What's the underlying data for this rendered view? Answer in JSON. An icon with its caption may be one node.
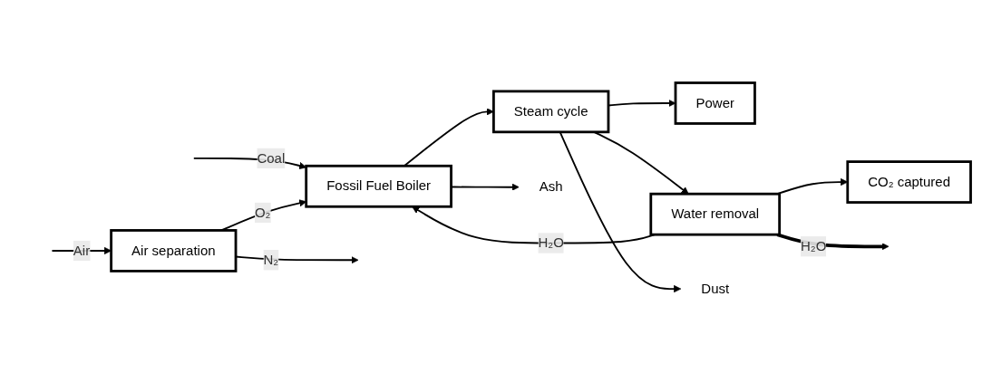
{
  "diagram": {
    "nodes": [
      {
        "text": [
          "Power"
        ]
      },
      {
        "text": [
          "Fossil Fuel Boiler"
        ]
      },
      {
        "text": [
          "Steam cycle"
        ]
      },
      {
        "text": [
          "Water removal"
        ]
      },
      {
        "text": [
          "CO₂ captured"
        ]
      },
      {
        "text": [
          "Air separation"
        ]
      },
      {
        "text": [
          "Ash"
        ]
      },
      {
        "text": [
          "Dust"
        ]
      }
    ],
    "edges": [
      {
        "from": null,
        "to": 1,
        "arrow": "to",
        "label": "Coal"
      },
      {
        "from": 1,
        "to": 2,
        "arrow": "to"
      },
      {
        "from": 2,
        "to": 0,
        "arrow": "to"
      },
      {
        "from": 2,
        "to": 3,
        "arrow": "to"
      },
      {
        "from": 3,
        "to": 4,
        "arrow": "to"
      },
      {
        "from": 1,
        "to": 6,
        "arrow": "to"
      },
      {
        "from": 2,
        "to": 7,
        "arrow": "to"
      },
      {
        "from": 3,
        "to": 1,
        "arrow": "to",
        "label": "H₂O"
      },
      {
        "from": 3,
        "to": null,
        "arrow": "to",
        "label": "H₂O",
        "style": "thick"
      },
      {
        "from": 5,
        "to": 1,
        "arrow": "to",
        "label": "O₂"
      },
      {
        "from": null,
        "to": 5,
        "arrow": "to",
        "label": "Air"
      },
      {
        "from": 5,
        "to": null,
        "arrow": "to",
        "label": "N₂"
      }
    ]
  }
}
